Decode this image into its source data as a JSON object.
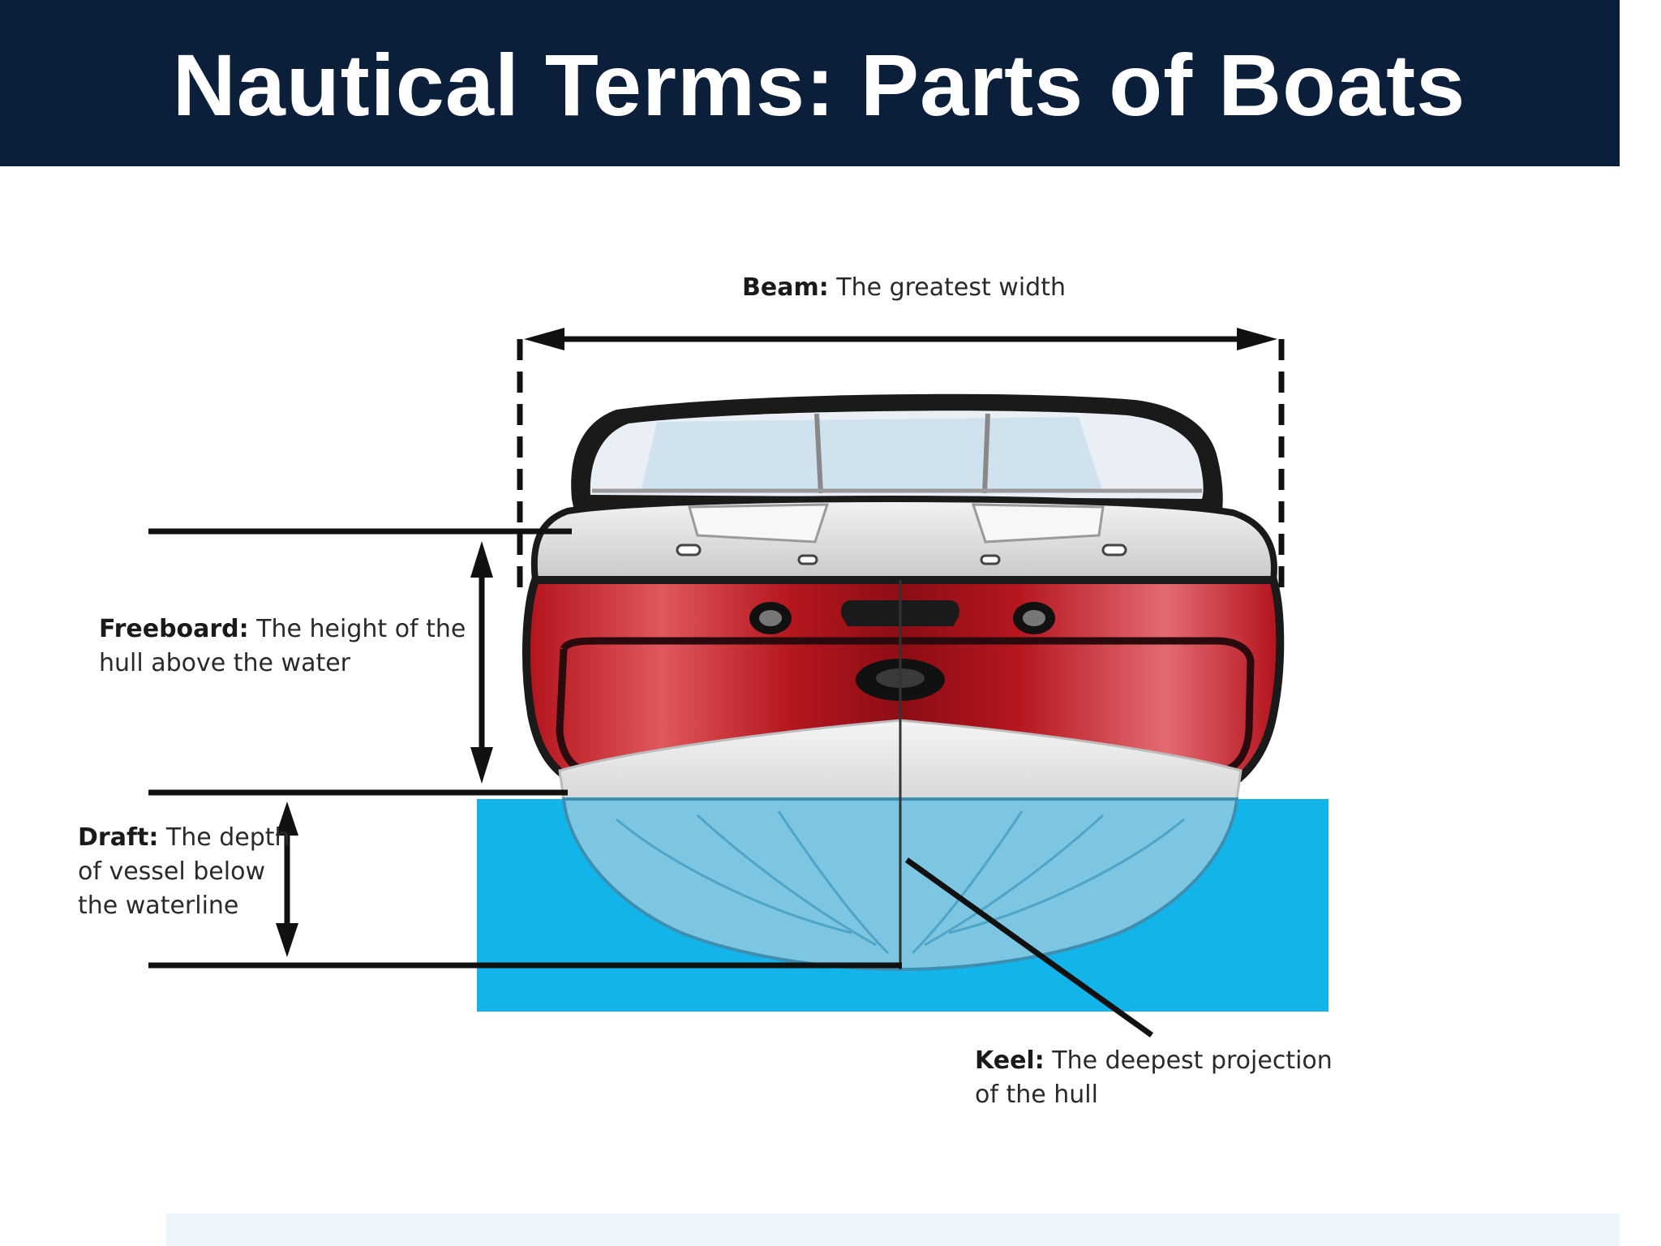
{
  "slide": {
    "title": "Nautical Terms: Parts of Boats"
  },
  "colors": {
    "title_bar": "#0c1f3a",
    "water": "#12b4ea",
    "hull_red": "#c81f26",
    "footer_bar": "#edf5fc"
  },
  "labels": {
    "beam": {
      "term": "Beam:",
      "desc": " The greatest width"
    },
    "freeboard": {
      "term": "Freeboard:",
      "desc_line1": " The height of the",
      "desc_line2": "hull above the water"
    },
    "draft": {
      "term": "Draft:",
      "desc_line1": " The depth",
      "desc_line2": "of vessel below",
      "desc_line3": "the waterline"
    },
    "keel": {
      "term": "Keel:",
      "desc_line1": " The deepest projection",
      "desc_line2": "of the hull"
    }
  }
}
